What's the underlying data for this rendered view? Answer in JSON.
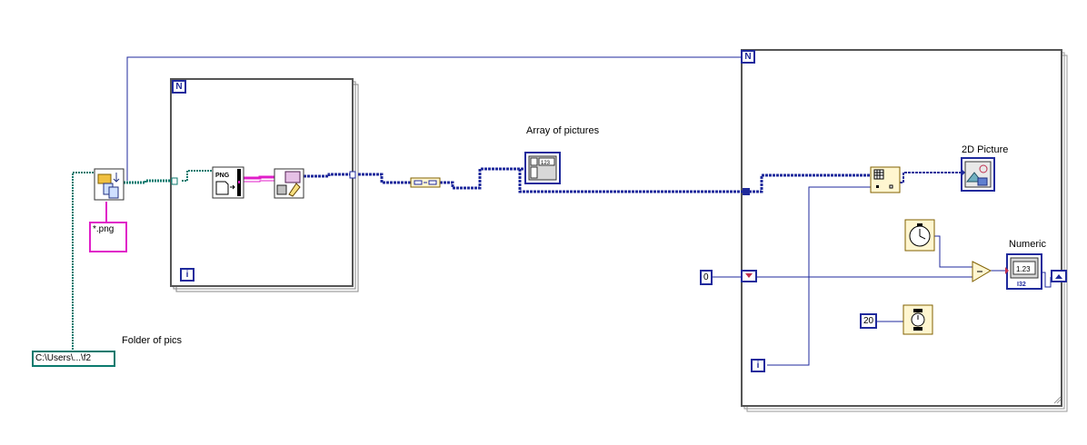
{
  "labels": {
    "array_of_pictures": "Array of pictures",
    "picture_2d": "2D Picture",
    "numeric": "Numeric",
    "folder_of_pics": "Folder of pics"
  },
  "constants": {
    "pattern": "*.png",
    "folder_path": "C:\\Users\\...\\f2",
    "zero": "0",
    "wait_ms": "20"
  },
  "terminals": {
    "count": "N",
    "iteration": "i"
  },
  "node_text": {
    "png_reader": "PNG",
    "array_indicator": "123",
    "numeric_indicator": "1.23",
    "numeric_suffix": "I32"
  },
  "colors": {
    "wire_int": "#1f2a9c",
    "wire_path": "#0b7a6e",
    "wire_string": "#e01ec8",
    "node_yellow": "#fff6d0"
  }
}
